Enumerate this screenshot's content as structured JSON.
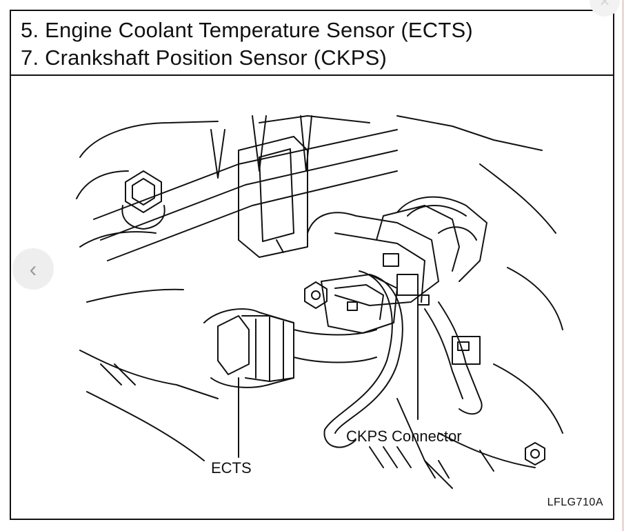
{
  "header": {
    "line1": "5. Engine Coolant Temperature Sensor (ECTS)",
    "line2": "7. Crankshaft Position Sensor (CKPS)"
  },
  "labels": {
    "ckps_connector": "CKPS Connector",
    "ects": "ECTS"
  },
  "figure_code": "LFLG710A",
  "nav": {
    "prev_icon": "chevron-left-icon",
    "prev_glyph": "‹",
    "close_icon": "close-icon",
    "close_glyph": "✕"
  },
  "colors": {
    "ink": "#111111",
    "nav_bg": "#eeeeee"
  }
}
